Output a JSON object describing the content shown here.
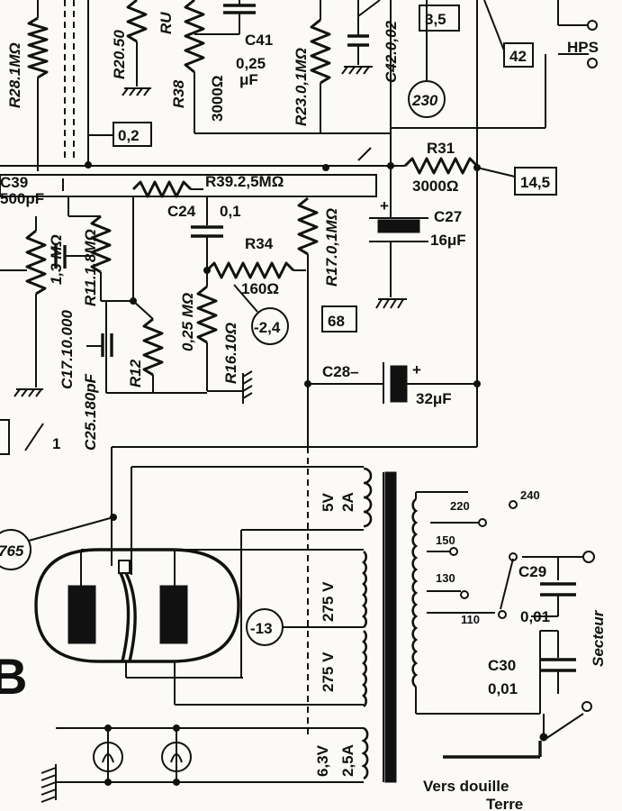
{
  "labels": {
    "r28": "R28.1MΩ",
    "r20": "R20.50",
    "ru": "RU",
    "r38": "R38",
    "r38v": "3000Ω",
    "c41": "C41",
    "c41v1": "0,25",
    "c41v2": "μF",
    "r23": "R23.0,1MΩ",
    "c42": "C42.0,02",
    "hps": "HPS",
    "r31": "R31",
    "r31v": "3000Ω",
    "c39": "C39",
    "c39v": "500pF",
    "r39": "R39.2,5MΩ",
    "c24": "C24",
    "c24v": "0,1",
    "c27": "C27",
    "c27v": "16μF",
    "r34": "R34",
    "r34v": "160Ω",
    "r17": "R17.0,1MΩ",
    "r13": "1,3 MΩ",
    "c17": "C17.10.000",
    "r11": "R11.1,8MΩ",
    "c25": "C25.180pF",
    "r12": "R12",
    "r12v": "0,25 MΩ",
    "r16": "R16.10Ω",
    "c28": "C28–",
    "c28v": "32μF",
    "v5": "5V",
    "a2": "2A",
    "v275a": "275 V",
    "v275b": "275 V",
    "v63": "6,3V",
    "a25": "2,5A",
    "t240": "240",
    "t220": "220",
    "t150": "150",
    "t130": "130",
    "t110": "110",
    "c29": "C29",
    "c29v": "0,01",
    "c30": "C30",
    "c30v": "0,01",
    "secteur": "Secteur",
    "vers1": "Vers douille",
    "vers2": "Terre",
    "plus1": "+",
    "plus2": "+",
    "big": "B",
    "sw1": "1"
  },
  "tests": {
    "t35": "3,5",
    "t42": "42",
    "t02": "0,2",
    "t145": "14,5",
    "t68": "68",
    "t230": "230",
    "tm24": "-2,4",
    "t765": "765",
    "tm13": "-13"
  }
}
